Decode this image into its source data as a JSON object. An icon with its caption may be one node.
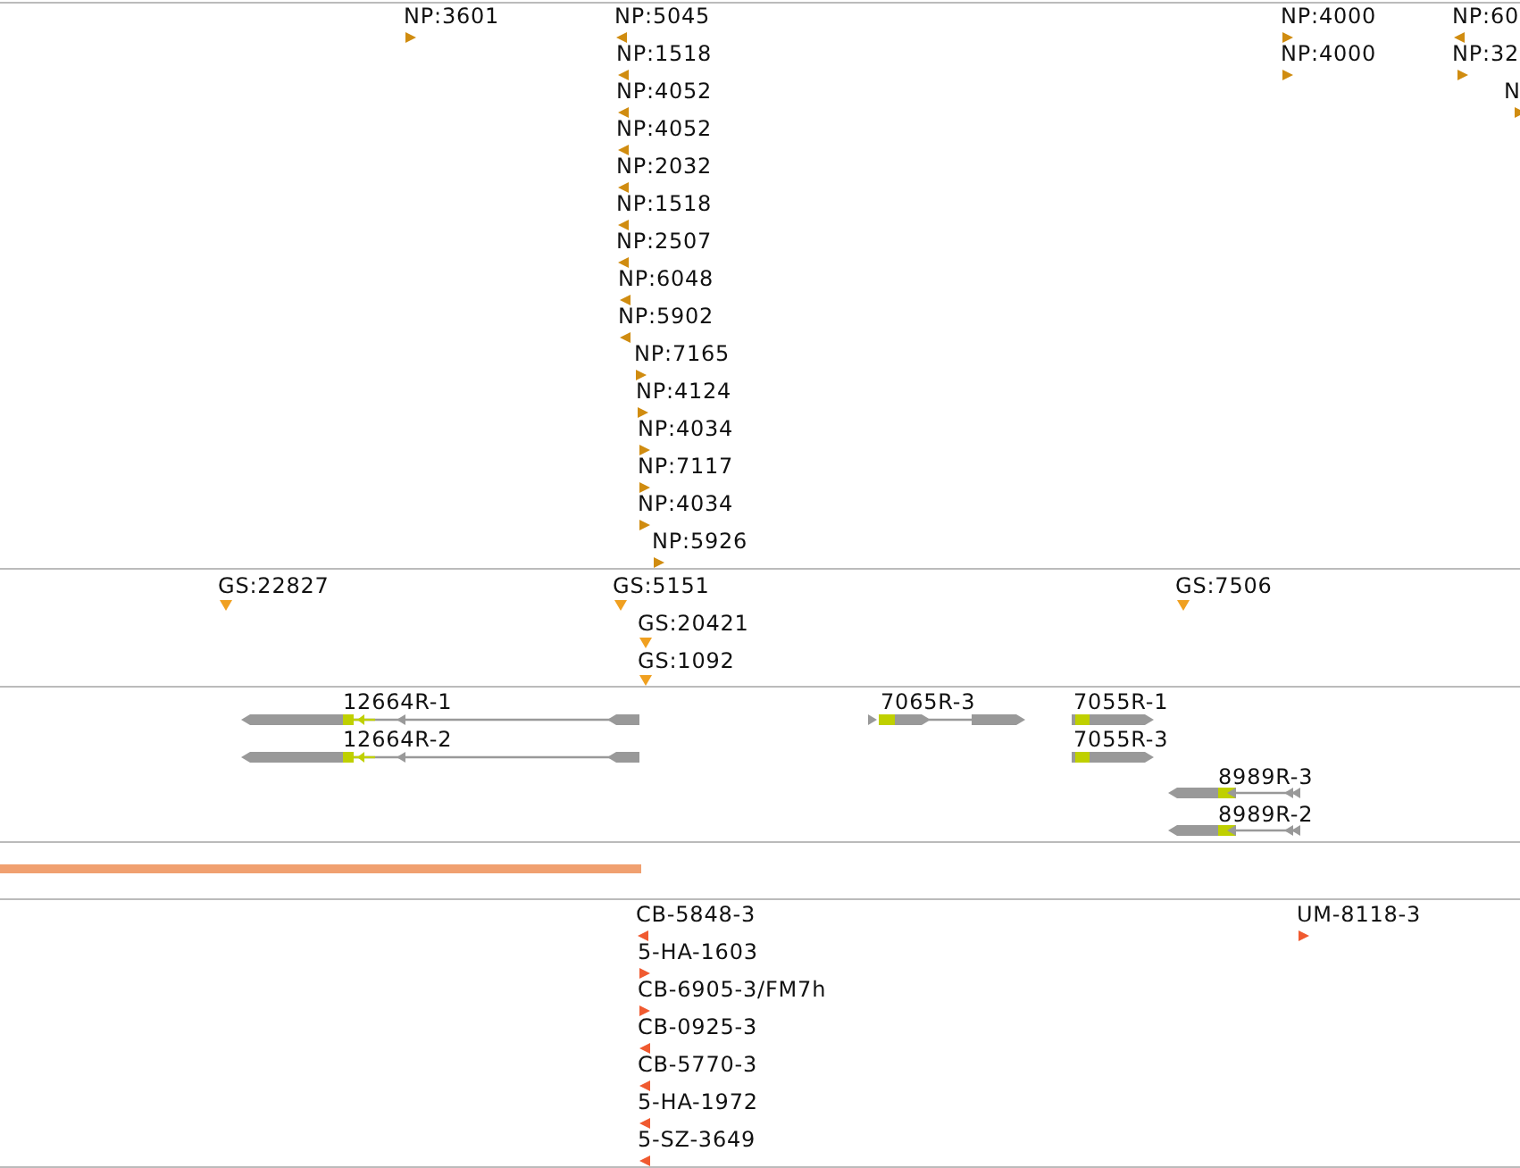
{
  "diagram": {
    "labels": [
      "NP:3601",
      "NP:5045",
      "NP:4000",
      "NP:60",
      "NP:1518",
      "NP:4000",
      "NP:32",
      "NP:4052",
      "N",
      "NP:4052",
      "NP:2032",
      "NP:1518",
      "NP:2507",
      "NP:6048",
      "NP:5902",
      "NP:7165",
      "NP:4124",
      "NP:4034",
      "NP:7117",
      "NP:4034",
      "NP:5926",
      "GS:22827",
      "GS:5151",
      "GS:7506",
      "GS:20421",
      "GS:1092",
      "12664R-1",
      "7065R-3",
      "7055R-1",
      "12664R-2",
      "7055R-3",
      "8989R-3",
      "8989R-2",
      "CB-5848-3",
      "UM-8118-3",
      "5-HA-1603",
      "CB-6905-3/FM7h",
      "CB-0925-3",
      "CB-5770-3",
      "5-HA-1972",
      "5-SZ-3649"
    ]
  }
}
